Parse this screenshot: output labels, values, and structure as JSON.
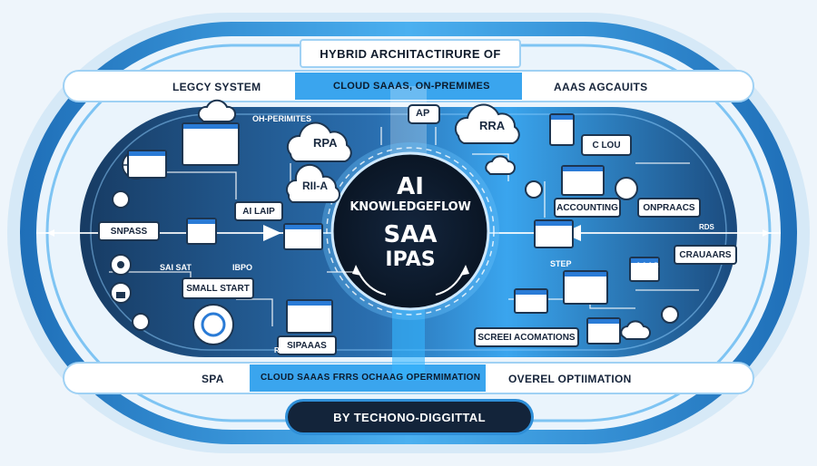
{
  "title": "HYBRID ARCHITACTIRURE OF",
  "byline": "BY TECHONO-DIGGITTAL",
  "center": {
    "line1": "AI",
    "line2": "KNOWLEDGEFLOW",
    "line3": "SAA",
    "line4": "IPAS"
  },
  "top_band": {
    "left": "LEGCY SYSTEM",
    "middle": "CLOUD SAAAS, ON-PREMIMES",
    "right": "AAAS AGCAUITS"
  },
  "bottom_band": {
    "left": "SPA",
    "middle": "CLOUD SAAAS FRRS OCHAAG OPERMIMATION",
    "right": "OVEREL OPTIIMATION"
  },
  "clouds": {
    "rpa_left": "RPA",
    "ria": "RII-A",
    "rra": "RRA",
    "ap": "AP"
  },
  "labels": {
    "on_premimites": "OH-PERIMITES",
    "ai_laip": "AI LAIP",
    "snpass": "SNPASS",
    "sai_sat": "SAI SAT",
    "ibpo": "IBPO",
    "small_start": "SMALL START",
    "sipaaas": "SIPAAAS",
    "rodas": "RODAS",
    "c_lou": "C LOU",
    "accounting": "ACCOUNTING",
    "onpraacs": "ONPRAACS",
    "rds": "RDS",
    "step": "STEP",
    "aaas": "AAAS",
    "craurs": "CRAUAARS",
    "screen_automations": "SCREEI ACOMATIONS"
  },
  "colors": {
    "outer_ring": "#2f8fd8",
    "band_dark": "#173b63",
    "band_light": "#3aa5ee",
    "center_circle": "#0c1b2e",
    "accent": "#35b6ff"
  }
}
